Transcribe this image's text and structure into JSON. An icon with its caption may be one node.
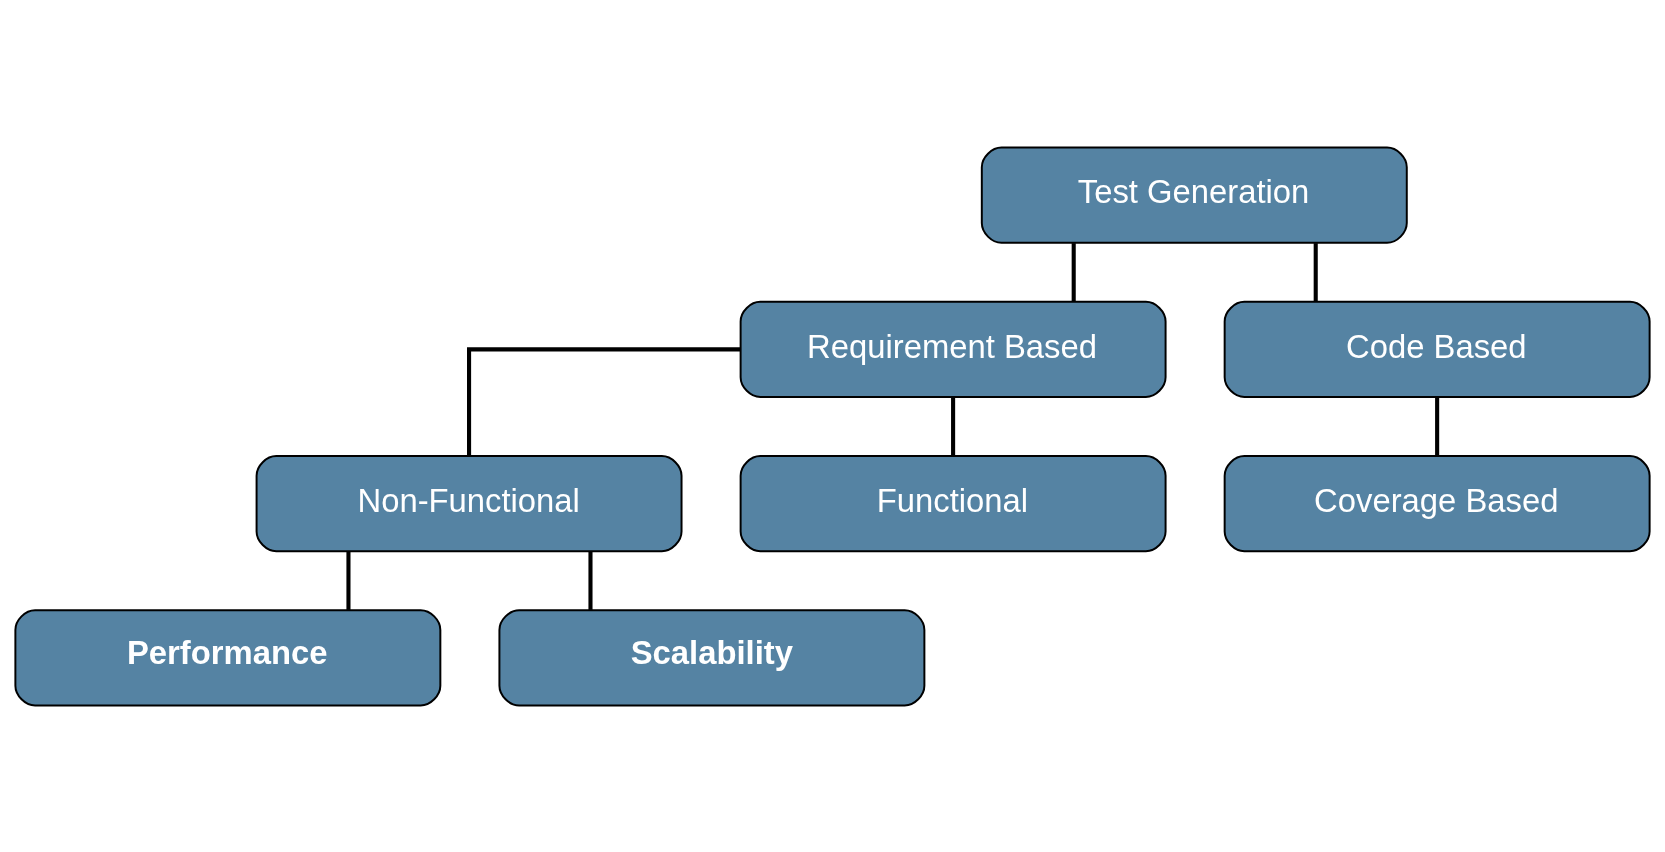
{
  "diagram": {
    "nodes": [
      {
        "text": [
          "Test Generation"
        ]
      },
      {
        "text": [
          "Requirement Based"
        ]
      },
      {
        "text": [
          "Code Based"
        ]
      },
      {
        "text": [
          "Non-Functional"
        ]
      },
      {
        "text": [
          "Functional"
        ]
      },
      {
        "text": [
          "Coverage Based"
        ]
      },
      {
        "text": [
          "Performance"
        ]
      },
      {
        "text": [
          "Scalability"
        ]
      }
    ],
    "edges": [
      {
        "from": 0,
        "to": 1,
        "arrow": "none"
      },
      {
        "from": 0,
        "to": 2,
        "arrow": "none"
      },
      {
        "from": 1,
        "to": 3,
        "arrow": "none"
      },
      {
        "from": 1,
        "to": 4,
        "arrow": "none"
      },
      {
        "from": 2,
        "to": 5,
        "arrow": "none"
      },
      {
        "from": 3,
        "to": 6,
        "arrow": "none"
      },
      {
        "from": 3,
        "to": 7,
        "arrow": "none"
      }
    ]
  }
}
